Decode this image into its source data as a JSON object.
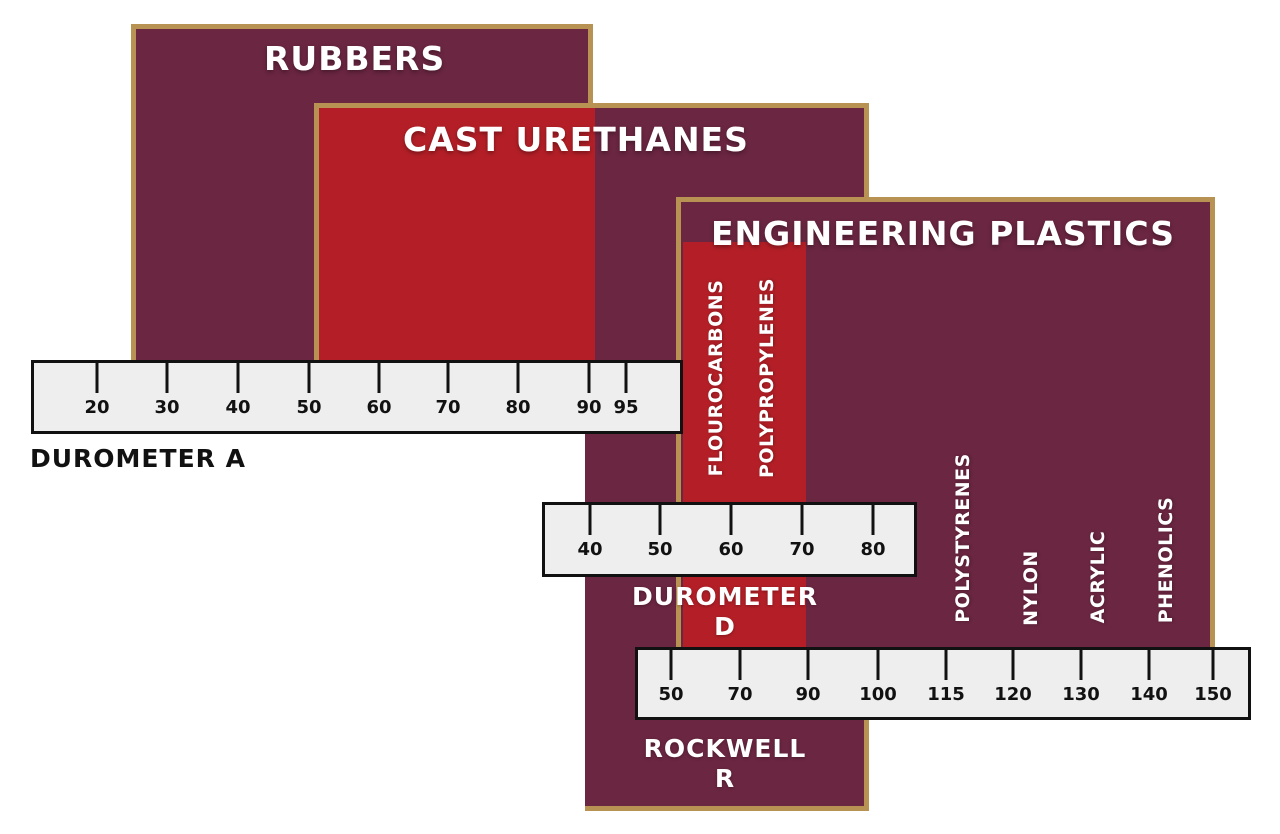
{
  "panels": {
    "rubbers": {
      "title": "RUBBERS"
    },
    "cast_urethanes": {
      "title": "CAST URETHANES"
    },
    "engineering_plastics": {
      "title": "ENGINEERING PLASTICS"
    }
  },
  "materials": {
    "flourocarbons": "FLOUROCARBONS",
    "polypropylenes": "POLYPROPYLENES",
    "polystyrenes": "POLYSTYRENES",
    "nylon": "NYLON",
    "acrylic": "ACRYLIC",
    "phenolics": "PHENOLICS"
  },
  "scales": {
    "durometer_a": {
      "title": "DUROMETER A",
      "ticks": [
        "20",
        "30",
        "40",
        "50",
        "60",
        "70",
        "80",
        "90",
        "95"
      ]
    },
    "durometer_d": {
      "title_line1": "DUROMETER",
      "title_line2": "D",
      "ticks": [
        "40",
        "50",
        "60",
        "70",
        "80"
      ]
    },
    "rockwell_r": {
      "title_line1": "ROCKWELL",
      "title_line2": "R",
      "ticks": [
        "50",
        "70",
        "90",
        "100",
        "115",
        "120",
        "130",
        "140",
        "150"
      ]
    }
  },
  "colors": {
    "panel": "#6b2641",
    "panel_border": "#b89252",
    "highlight": "#b41f27",
    "scale_bg": "#eeeeee",
    "scale_border": "#111111"
  }
}
